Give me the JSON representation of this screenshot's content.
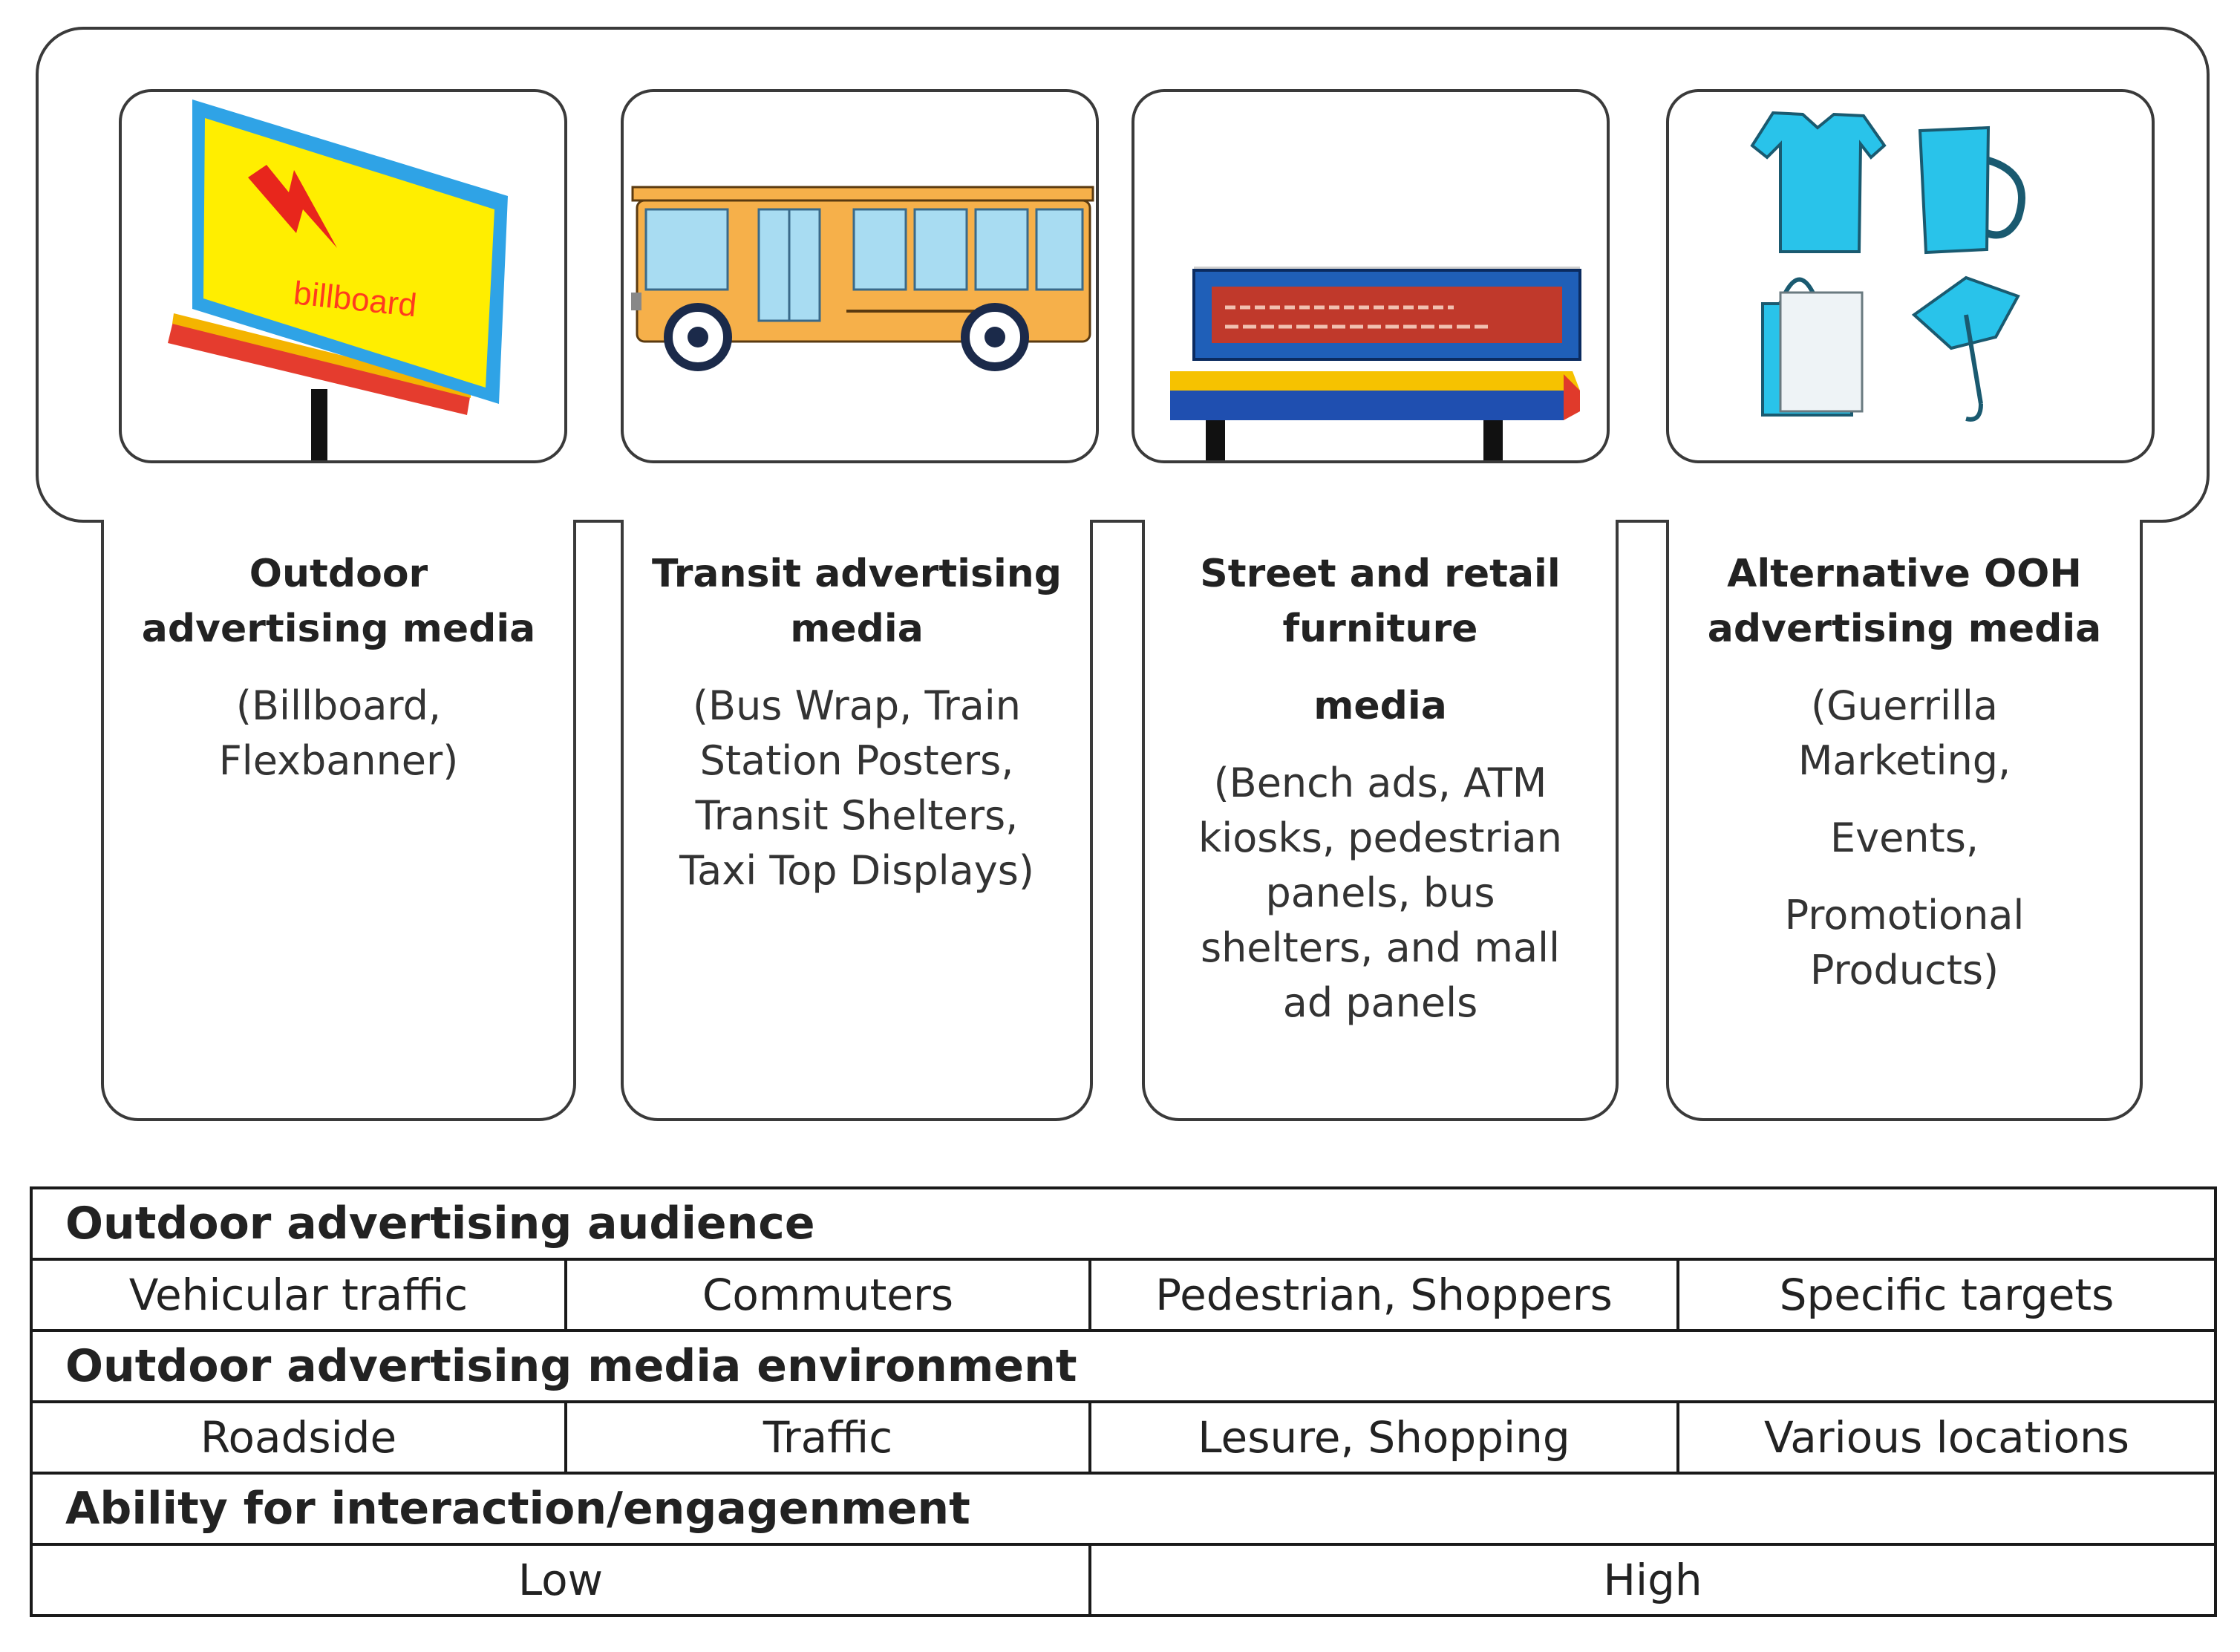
{
  "columns": [
    {
      "picture": "billboard",
      "billboard_text": "billboard",
      "title_lines": [
        "Outdoor",
        "advertising media"
      ],
      "description_lines": [
        "(Billboard,",
        "Flexbanner)"
      ]
    },
    {
      "picture": "bus",
      "title_lines": [
        "Transit advertising",
        "media"
      ],
      "description_lines": [
        "(Bus Wrap, Train",
        "Station Posters,",
        "Transit Shelters,",
        "Taxi Top Displays)"
      ]
    },
    {
      "picture": "bench",
      "title_lines": [
        "Street and retail",
        "furniture",
        "media"
      ],
      "description_lines": [
        "(Bench ads, ATM",
        "kiosks, pedestrian",
        "panels, bus",
        "shelters, and mall",
        "ad panels"
      ]
    },
    {
      "picture": "promotional-items",
      "title_lines": [
        "Alternative OOH",
        "advertising media"
      ],
      "description_lines": [
        "(Guerrilla",
        "Marketing,",
        "Events,",
        "Promotional",
        "Products)"
      ]
    }
  ],
  "table": {
    "audience_header": "Outdoor advertising audience",
    "audience": [
      "Vehicular traffic",
      "Commuters",
      "Pedestrian, Shoppers",
      "Specific targets"
    ],
    "environment_header": "Outdoor advertising media environment",
    "environment": [
      "Roadside",
      "Traffic",
      "Lesure, Shopping",
      "Various locations"
    ],
    "interaction_header": "Ability for interaction/engagenment",
    "interaction": [
      "Low",
      "High"
    ]
  },
  "colors": {
    "billboard_yellow": "#ffee00",
    "billboard_frame": "#2fa3e6",
    "bolt_red": "#e8261c",
    "bus_orange": "#f6b04a",
    "bus_window": "#a8dcf2",
    "bench_blue": "#1f5fb8",
    "bench_red": "#c0392b",
    "item_cyan": "#29c3ea",
    "border": "#3a3a3a"
  }
}
